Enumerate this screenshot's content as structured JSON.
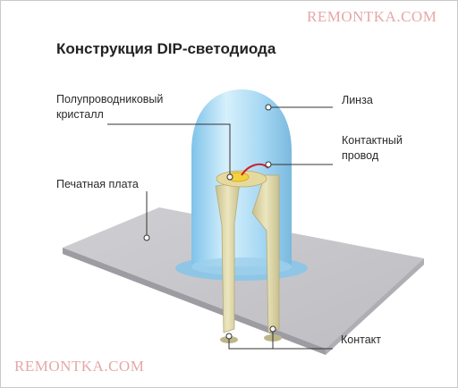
{
  "watermark": {
    "top": "REMONTKA.COM",
    "bottom": "REMONTKA.COM"
  },
  "title": "Конструкция DIP-светодиода",
  "labels": {
    "crystal": [
      "Полупроводниковый",
      "кристалл"
    ],
    "lens": "Линза",
    "wire": [
      "Контактный",
      "провод"
    ],
    "board": "Печатная плата",
    "contact": "Контакт"
  },
  "colors": {
    "board": "#c4c4c8",
    "lens": "#a9d8f2",
    "leads": "#ddd6a8",
    "crystal": "#f4d23c",
    "wire": "#d0202a"
  }
}
